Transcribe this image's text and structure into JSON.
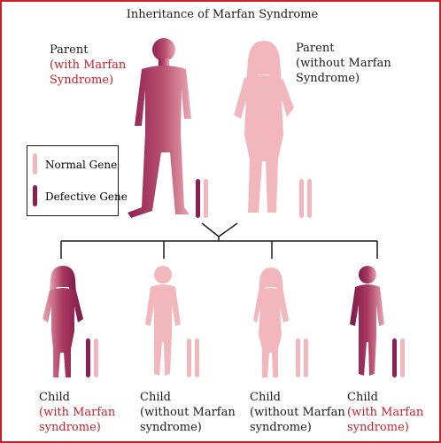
{
  "title": "Inheritance of Marfan Syndrome",
  "colors": {
    "border": "#c8202a",
    "red_text": "#c8202a",
    "affected_dark": "#8f1f52",
    "affected_light": "#e9a6b2",
    "normal": "#f2b7bd",
    "line": "#1a1a1a"
  },
  "legend": {
    "normal_gene": "Normal Gene",
    "defective_gene": "Defective Gene"
  },
  "parents": {
    "affected": {
      "label": "Parent",
      "status": "(with Marfan",
      "status2": "Syndrome)"
    },
    "unaffected": {
      "label": "Parent",
      "status": "(without Marfan",
      "status2": "Syndrome)"
    }
  },
  "children": [
    {
      "label": "Child",
      "status": "(with Marfan",
      "status2": "syndrome)"
    },
    {
      "label": "Child",
      "status": "(without Marfan",
      "status2": "syndrome)"
    },
    {
      "label": "Child",
      "status": "(without Marfan",
      "status2": "syndrome)"
    },
    {
      "label": "Child",
      "status": "(with Marfan",
      "status2": "syndrome)"
    }
  ]
}
